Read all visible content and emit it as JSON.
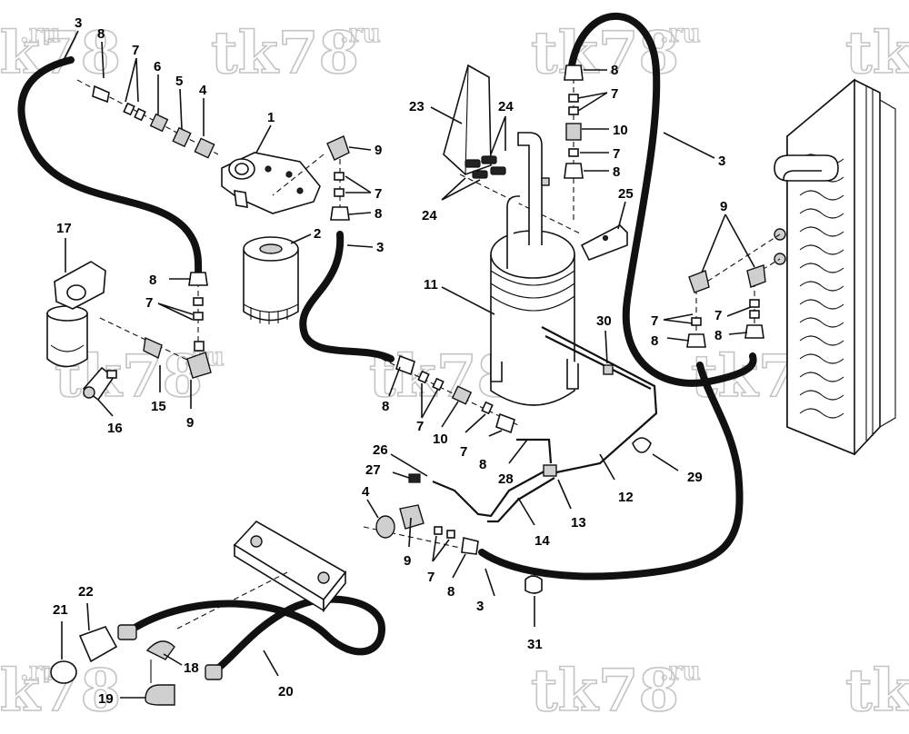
{
  "watermark": {
    "text": "tk78",
    "suffix": ".ru"
  },
  "callouts": [
    {
      "id": "c3a",
      "label": "3"
    },
    {
      "id": "c8a",
      "label": "8"
    },
    {
      "id": "c7a",
      "label": "7"
    },
    {
      "id": "c6",
      "label": "6"
    },
    {
      "id": "c5",
      "label": "5"
    },
    {
      "id": "c4a",
      "label": "4"
    },
    {
      "id": "c1",
      "label": "1"
    },
    {
      "id": "c9a",
      "label": "9"
    },
    {
      "id": "c7b",
      "label": "7"
    },
    {
      "id": "c8b",
      "label": "8"
    },
    {
      "id": "c2",
      "label": "2"
    },
    {
      "id": "c3b",
      "label": "3"
    },
    {
      "id": "c17",
      "label": "17"
    },
    {
      "id": "c8c",
      "label": "8"
    },
    {
      "id": "c7c",
      "label": "7"
    },
    {
      "id": "c16",
      "label": "16"
    },
    {
      "id": "c15",
      "label": "15"
    },
    {
      "id": "c9b",
      "label": "9"
    },
    {
      "id": "c23",
      "label": "23"
    },
    {
      "id": "c24a",
      "label": "24"
    },
    {
      "id": "c24b",
      "label": "24"
    },
    {
      "id": "c8d",
      "label": "8"
    },
    {
      "id": "c7d",
      "label": "7"
    },
    {
      "id": "c10a",
      "label": "10"
    },
    {
      "id": "c7e",
      "label": "7"
    },
    {
      "id": "c8e",
      "label": "8"
    },
    {
      "id": "c3c",
      "label": "3"
    },
    {
      "id": "c25",
      "label": "25"
    },
    {
      "id": "c11",
      "label": "11"
    },
    {
      "id": "c30",
      "label": "30"
    },
    {
      "id": "c9c",
      "label": "9"
    },
    {
      "id": "c7f",
      "label": "7"
    },
    {
      "id": "c8f",
      "label": "8"
    },
    {
      "id": "c7g",
      "label": "7"
    },
    {
      "id": "c8g",
      "label": "8"
    },
    {
      "id": "c8h",
      "label": "8"
    },
    {
      "id": "c7h",
      "label": "7"
    },
    {
      "id": "c10b",
      "label": "10"
    },
    {
      "id": "c7i",
      "label": "7"
    },
    {
      "id": "c8i",
      "label": "8"
    },
    {
      "id": "c28",
      "label": "28"
    },
    {
      "id": "c26",
      "label": "26"
    },
    {
      "id": "c27",
      "label": "27"
    },
    {
      "id": "c12",
      "label": "12"
    },
    {
      "id": "c29",
      "label": "29"
    },
    {
      "id": "c13",
      "label": "13"
    },
    {
      "id": "c4b",
      "label": "4"
    },
    {
      "id": "c9d",
      "label": "9"
    },
    {
      "id": "c7j",
      "label": "7"
    },
    {
      "id": "c8j",
      "label": "8"
    },
    {
      "id": "c14",
      "label": "14"
    },
    {
      "id": "c3d",
      "label": "3"
    },
    {
      "id": "c31",
      "label": "31"
    },
    {
      "id": "c21",
      "label": "21"
    },
    {
      "id": "c22",
      "label": "22"
    },
    {
      "id": "c18",
      "label": "18"
    },
    {
      "id": "c19",
      "label": "19"
    },
    {
      "id": "c20",
      "label": "20"
    }
  ]
}
